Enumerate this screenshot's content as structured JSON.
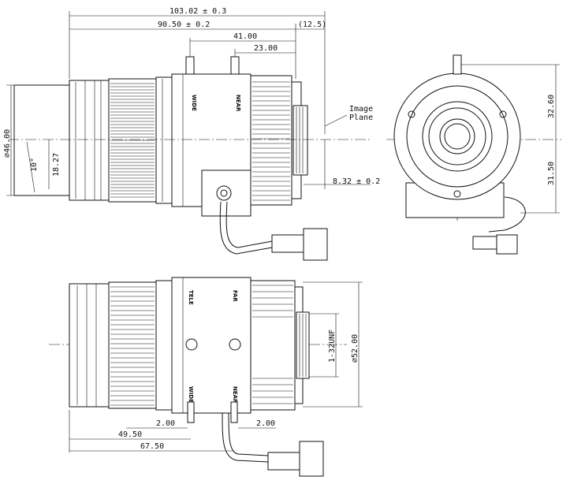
{
  "dimensions": {
    "overall_length": "103.02 ± 0.3",
    "body_length": "90.50 ± 0.2",
    "back_extension": "(12.5)",
    "lever_far": "41.00",
    "lever_near": "23.00",
    "diameter_front": "⌀46.00",
    "angle": "10°",
    "offset": "18.27",
    "back_focus": "8.32 ± 0.2",
    "image_plane": [
      "Image",
      "Plane"
    ],
    "end_top": "32.60",
    "end_bottom": "31.50",
    "mount_thread": "1-32UNF",
    "diameter_body": "⌀52.00",
    "lever_spacing_left": "2.00",
    "lever_spacing_right": "2.00",
    "length_lever1": "49.50",
    "length_lever2": "67.50"
  },
  "lever_labels": {
    "wide": "WIDE",
    "near": "NEAR",
    "tele": "TELE",
    "far": "FAR"
  }
}
